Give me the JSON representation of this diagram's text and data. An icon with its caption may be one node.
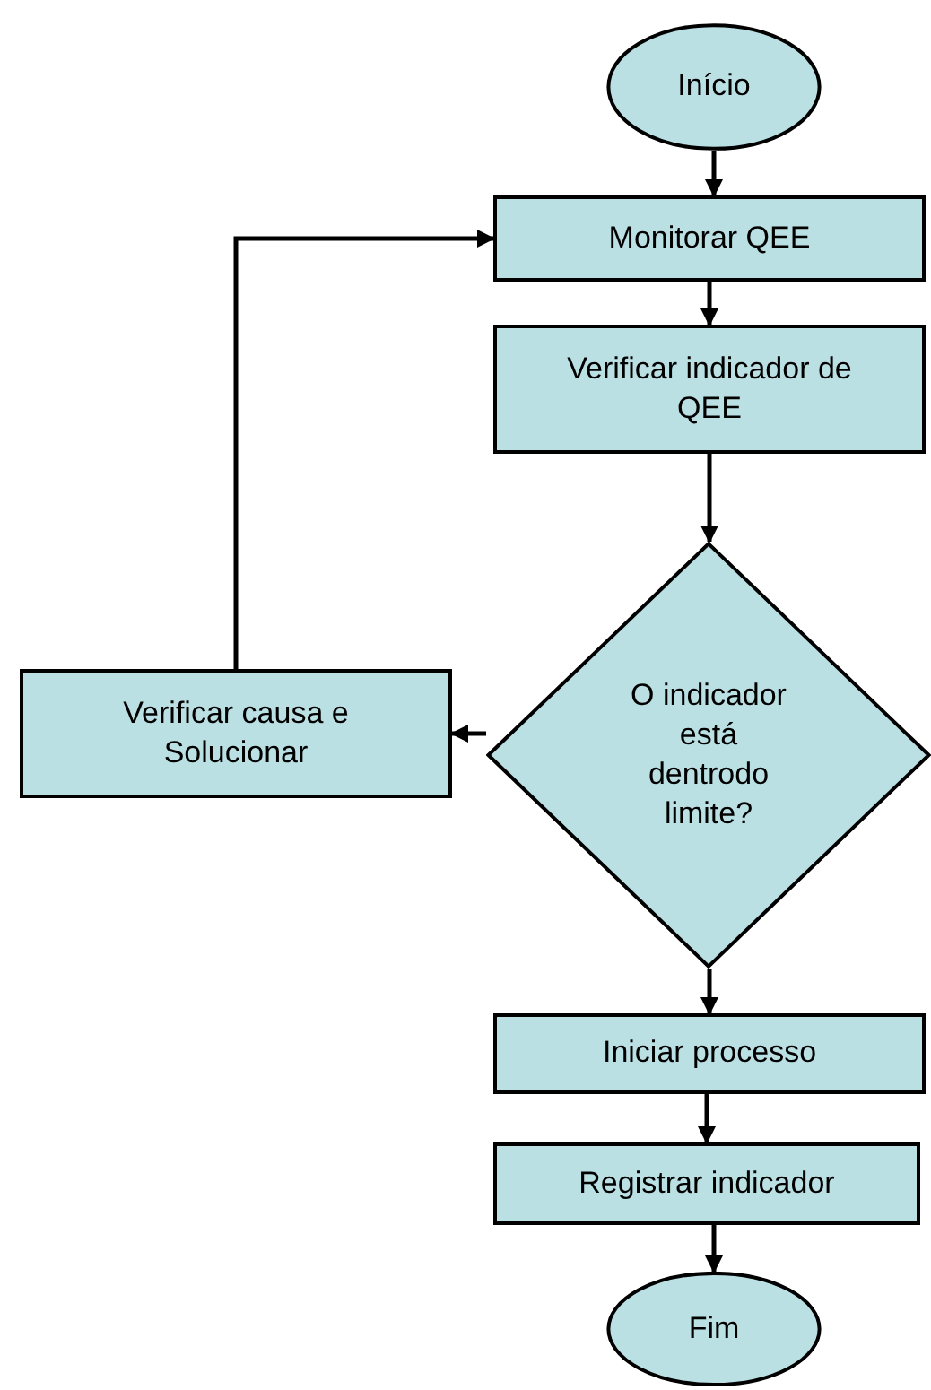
{
  "diagram": {
    "nodes": [
      {
        "text": [
          "Início"
        ]
      },
      {
        "text": [
          "Monitorar QEE"
        ]
      },
      {
        "text": [
          "Verificar indicador de QEE"
        ]
      },
      {
        "text": [
          "O indicador está dentrodo limite?"
        ]
      },
      {
        "text": [
          "Verificar causa e Solucionar"
        ]
      },
      {
        "text": [
          "Iniciar processo"
        ]
      },
      {
        "text": [
          "Registrar indicador"
        ]
      },
      {
        "text": [
          "Fim"
        ]
      }
    ],
    "edges": [
      {
        "from": 0,
        "to": 1,
        "arrow": "to"
      },
      {
        "from": 1,
        "to": 2,
        "arrow": "to"
      },
      {
        "from": 2,
        "to": 3,
        "arrow": "to"
      },
      {
        "from": 3,
        "to": 4,
        "arrow": "to"
      },
      {
        "from": 4,
        "to": 1,
        "arrow": "to"
      },
      {
        "from": 3,
        "to": 5,
        "arrow": "to"
      },
      {
        "from": 5,
        "to": 6,
        "arrow": "to"
      },
      {
        "from": 6,
        "to": 7,
        "arrow": "to"
      }
    ]
  }
}
